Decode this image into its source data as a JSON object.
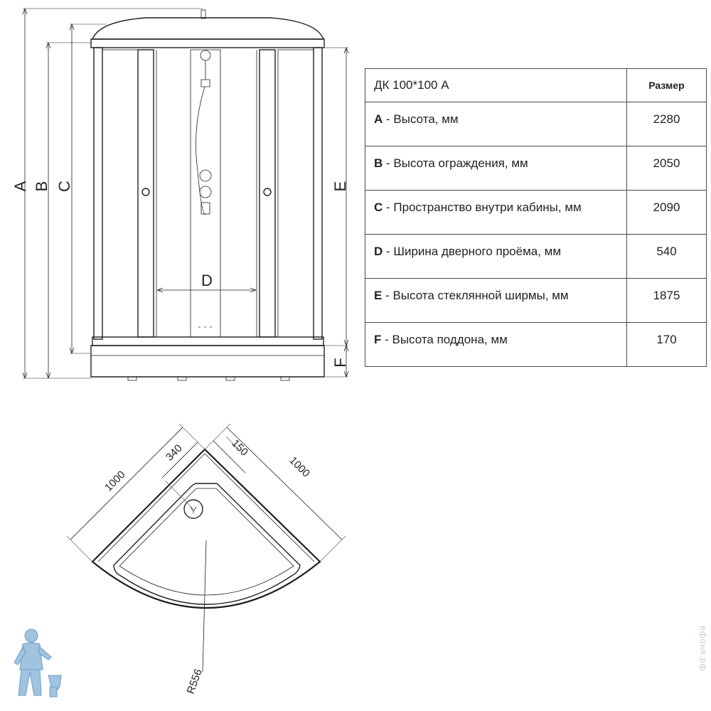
{
  "front_view": {
    "labels": {
      "A": "A",
      "B": "B",
      "C": "C",
      "D": "D",
      "E": "E",
      "F": "F"
    }
  },
  "table": {
    "model": "ДК 100*100 А",
    "size_header": "Размер",
    "rows": [
      {
        "letter": "A",
        "desc": " - Высота, мм",
        "value": "2280"
      },
      {
        "letter": "B",
        "desc": " - Высота ограждения, мм",
        "value": "2050"
      },
      {
        "letter": "C",
        "desc": " - Пространство внутри кабины, мм",
        "value": "2090"
      },
      {
        "letter": "D",
        "desc": " - Ширина дверного проёма, мм",
        "value": "540"
      },
      {
        "letter": "E",
        "desc": " - Высота стеклянной ширмы, мм",
        "value": "1875"
      },
      {
        "letter": "F",
        "desc": " - Высота поддона, мм",
        "value": "170"
      }
    ]
  },
  "top_view": {
    "width_left": "1000",
    "width_right": "1000",
    "dim_340": "340",
    "dim_150": "150",
    "radius": "R556"
  },
  "watermark": "ефоня.рф",
  "colors": {
    "line": "#231f20",
    "border": "#4a4a4a",
    "watermark": "#c5c9cc",
    "mascot": "#9fc3e0"
  }
}
